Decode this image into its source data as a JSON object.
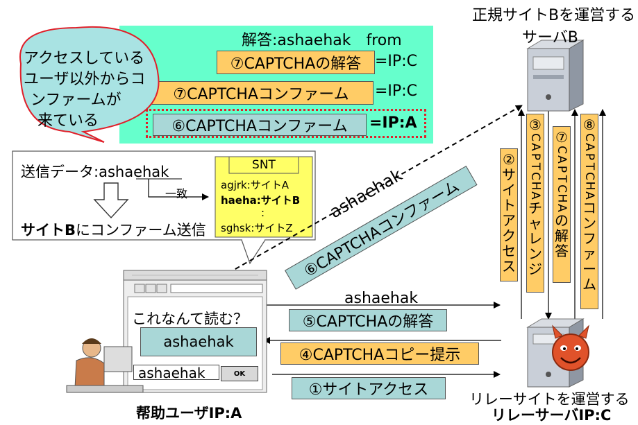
{
  "top_panel": {
    "answer_line": "解答:ashaehak　from",
    "row1_label": "⑦CAPTCHAの解答",
    "row1_ip": "=IP:C",
    "row2_label": "⑦CAPTCHAコンファーム",
    "row2_ip": "=IP:C",
    "row3_label": "⑥CAPTCHAコンファーム",
    "row3_ip": "=IP:A"
  },
  "bubble": {
    "line1": "アクセスしている",
    "line2": "ユーザ以外からコ",
    "line3": "ンファームが",
    "line4": "来ている"
  },
  "server_b": {
    "line1": "正規サイトBを運営する",
    "line2": "サーバB"
  },
  "relay_server": {
    "line1": "リレーサイトを運営する",
    "line2": "リレーサーバIP:C"
  },
  "user": {
    "label": "帮助ユーザIP:A"
  },
  "info_box": {
    "send_data": "送信データ:ashaehak",
    "match": "一致",
    "result_prefix": "サイトB",
    "result_suffix": "にコンファーム送信"
  },
  "snt_table": {
    "header": "SNT",
    "row1": "agjrk:サイトA",
    "row2": "haeha:サイトB",
    "dots": ":",
    "row3": "sghsk:サイトZ"
  },
  "browser": {
    "question": "これなんて読む？",
    "captcha_word": "ashaehak",
    "input_value": "ashaehak",
    "ok": "OK"
  },
  "arrows": {
    "diagonal_word": "ashaehak",
    "diagonal_label": "⑥CAPTCHAコンファーム",
    "step5_word": "ashaehak",
    "step5_label": "⑤CAPTCHAの解答",
    "step4_label": "④CAPTCHAコピー提示",
    "step1_label": "①サイトアクセス"
  },
  "vertical_labels": {
    "v2": [
      "②",
      "サ",
      "イ",
      "ト",
      "ア",
      "ク",
      "セ",
      "ス"
    ],
    "v3": [
      "③",
      "C",
      "A",
      "P",
      "T",
      "C",
      "H",
      "A",
      "チ",
      "ャ",
      "レ",
      "ン",
      "ジ"
    ],
    "v7": [
      "⑦",
      "C",
      "A",
      "P",
      "T",
      "C",
      "H",
      "A",
      "の",
      "解",
      "答"
    ],
    "v8": [
      "⑧",
      "C",
      "A",
      "P",
      "T",
      "C",
      "H",
      "A",
      "コ",
      "ン",
      "フ",
      "ァ",
      "ー",
      "ム"
    ]
  },
  "colors": {
    "green_panel": "#66ffcc",
    "orange_label": "#ffcc66",
    "teal_label": "#a9d7d7",
    "bubble_fill": "#a9e3e3",
    "highlight_border": "#e0202a",
    "snt_fill": "#ffff66"
  }
}
